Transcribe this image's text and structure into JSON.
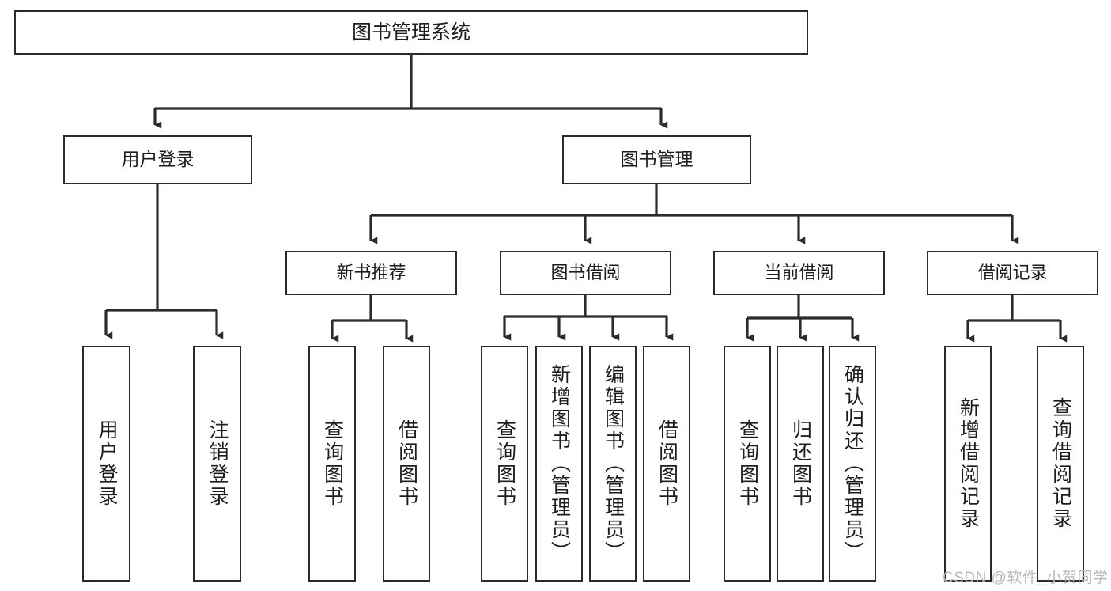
{
  "diagram": {
    "title": "图书管理系统",
    "type": "tree-hierarchy-diagram",
    "colors": {
      "box_border": "#2b2b2b",
      "box_fill": "#ffffff",
      "connector": "#2b2b2b",
      "text": "#1d1d1d",
      "watermark": "#b9b9b9"
    },
    "root": {
      "label": "图书管理系统"
    },
    "level1": [
      {
        "label": "用户登录"
      },
      {
        "label": "图书管理"
      }
    ],
    "level2": [
      {
        "label": "新书推荐"
      },
      {
        "label": "图书借阅"
      },
      {
        "label": "当前借阅"
      },
      {
        "label": "借阅记录"
      }
    ],
    "leaves": {
      "user_login": [
        {
          "label": "用户登录"
        },
        {
          "label": "注销登录"
        }
      ],
      "new_book_recommend": [
        {
          "label": "查询图书"
        },
        {
          "label": "借阅图书"
        }
      ],
      "book_borrow": [
        {
          "label": "查询图书"
        },
        {
          "label": "新增图书（管理员）"
        },
        {
          "label": "编辑图书（管理员）"
        },
        {
          "label": "借阅图书"
        }
      ],
      "current_borrow": [
        {
          "label": "查询图书"
        },
        {
          "label": "归还图书"
        },
        {
          "label": "确认归还（管理员）"
        }
      ],
      "borrow_record": [
        {
          "label": "新增借阅记录"
        },
        {
          "label": "查询借阅记录"
        }
      ]
    }
  },
  "watermark": {
    "text": "CSDN @软件_小贺同学"
  }
}
